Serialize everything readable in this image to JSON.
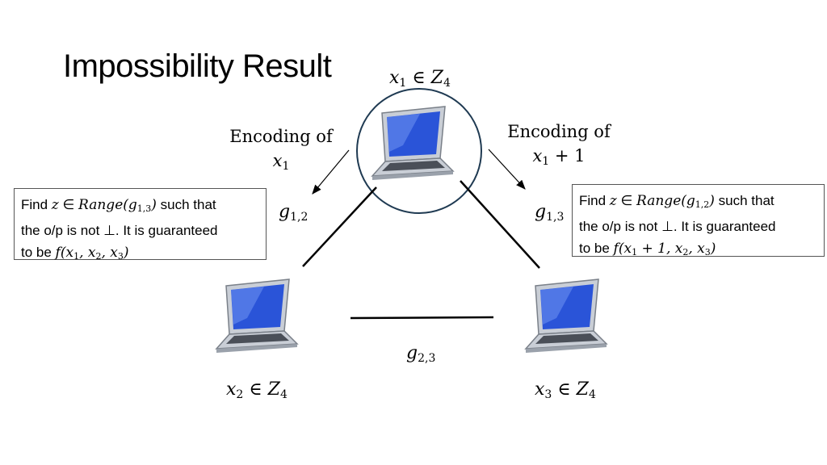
{
  "title": "Impossibility Result",
  "nodes": {
    "top_var": "x",
    "top_sub": "1",
    "left_var": "x",
    "left_sub": "2",
    "right_var": "x",
    "right_sub": "3",
    "domain_rel": "∈",
    "domain_set": "Z",
    "domain_sub": "4"
  },
  "channels": {
    "g": "g",
    "g12_sub": "1,2",
    "g13_sub": "1,3",
    "g23_sub": "2,3"
  },
  "encodings": {
    "left_line1": "Encoding of",
    "left_var": "x",
    "left_sub": "1",
    "right_line1": "Encoding of",
    "right_var": "x",
    "right_sub": "1",
    "right_plus": " + 1"
  },
  "left_box": {
    "find": "Find ",
    "z": "z",
    "in": " ∈ ",
    "range": "Range",
    "g": "g",
    "g_sub": "1,3",
    "such_that": " such that",
    "line2": "the o/p is not ⊥. It is guaranteed",
    "to_be": "to be ",
    "f": "f",
    "args": "(x",
    "a1": "1",
    "comma2": ", x",
    "a2": "2",
    "comma3": ", x",
    "a3": "3",
    "close": ")"
  },
  "right_box": {
    "find": "Find ",
    "z": "z",
    "in": " ∈ ",
    "range": "Range",
    "g": "g",
    "g_sub": "1,2",
    "such_that": " such that",
    "line2": "the o/p is not ⊥. It is guaranteed",
    "to_be": "to be ",
    "f": "f",
    "args": "(x",
    "a1": "1",
    "plus": " + 1, x",
    "a2": "2",
    "comma3": ", x",
    "a3": "3",
    "close": ")"
  },
  "colors": {
    "screen": "#2a54d8",
    "screen_light": "#6f93f2",
    "body": "#c9ced6",
    "keyboard": "#4a4f58",
    "line": "#000000",
    "circle": "#1f3a52"
  }
}
